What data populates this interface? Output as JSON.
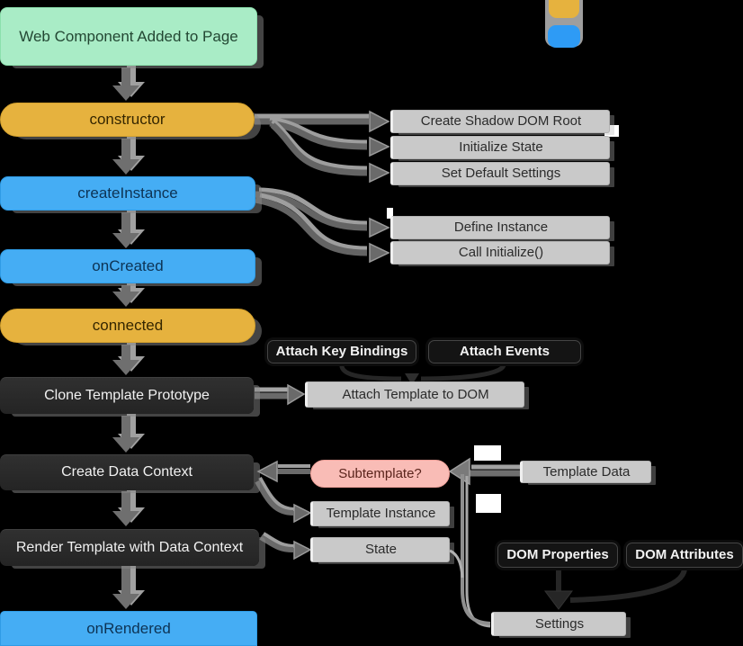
{
  "legend": {
    "items": [
      {
        "swatch": "yellow-swatch",
        "color": "#e6b23e",
        "label": ""
      },
      {
        "swatch": "blue-swatch",
        "color": "#2e9bf5",
        "label": ""
      }
    ]
  },
  "nodes": [
    {
      "id": "start",
      "label": "Web Component Added to Page"
    },
    {
      "id": "constructor",
      "label": "constructor"
    },
    {
      "id": "createInstance",
      "label": "createInstance"
    },
    {
      "id": "onCreated",
      "label": "onCreated"
    },
    {
      "id": "connected",
      "label": "connected"
    },
    {
      "id": "cloneTemplate",
      "label": "Clone Template Prototype"
    },
    {
      "id": "createDataContext",
      "label": "Create Data Context"
    },
    {
      "id": "renderTemplate",
      "label": "Render Template with Data Context"
    },
    {
      "id": "onRendered",
      "label": "onRendered"
    },
    {
      "id": "createShadowRoot",
      "label": "Create Shadow DOM Root"
    },
    {
      "id": "initializeState",
      "label": "Initialize State"
    },
    {
      "id": "setDefaultSettings",
      "label": "Set Default Settings"
    },
    {
      "id": "defineInstance",
      "label": "Define Instance"
    },
    {
      "id": "callInitialize",
      "label": "Call Initialize()"
    },
    {
      "id": "attachKeyBindings",
      "label": "Attach Key Bindings"
    },
    {
      "id": "attachEvents",
      "label": "Attach Events"
    },
    {
      "id": "attachTemplate",
      "label": "Attach Template to DOM"
    },
    {
      "id": "subtemplate",
      "label": "Subtemplate?"
    },
    {
      "id": "templateInstance",
      "label": "Template Instance"
    },
    {
      "id": "state",
      "label": "State"
    },
    {
      "id": "templateData",
      "label": "Template Data"
    },
    {
      "id": "domProperties",
      "label": "DOM Properties"
    },
    {
      "id": "domAttributes",
      "label": "DOM Attributes"
    },
    {
      "id": "settings",
      "label": "Settings"
    }
  ],
  "edges": [
    {
      "from": "Web Component Added to Page",
      "to": "constructor"
    },
    {
      "from": "constructor",
      "to": "createInstance"
    },
    {
      "from": "createInstance",
      "to": "onCreated"
    },
    {
      "from": "onCreated",
      "to": "connected"
    },
    {
      "from": "connected",
      "to": "Clone Template Prototype"
    },
    {
      "from": "Clone Template Prototype",
      "to": "Create Data Context"
    },
    {
      "from": "Create Data Context",
      "to": "Render Template with Data Context"
    },
    {
      "from": "Render Template with Data Context",
      "to": "onRendered"
    },
    {
      "from": "constructor",
      "to": "Create Shadow DOM Root"
    },
    {
      "from": "constructor",
      "to": "Initialize State"
    },
    {
      "from": "constructor",
      "to": "Set Default Settings"
    },
    {
      "from": "createInstance",
      "to": "Define Instance"
    },
    {
      "from": "createInstance",
      "to": "Call Initialize()"
    },
    {
      "from": "Attach Key Bindings",
      "to": "Attach Template to DOM"
    },
    {
      "from": "Attach Events",
      "to": "Attach Template to DOM"
    },
    {
      "from": "Clone Template Prototype",
      "to": "Attach Template to DOM"
    },
    {
      "from": "Subtemplate?",
      "to": "Create Data Context"
    },
    {
      "from": "Create Data Context",
      "to": "Template Instance"
    },
    {
      "from": "Render Template with Data Context",
      "to": "State"
    },
    {
      "from": "Template Data",
      "to": "Subtemplate?"
    },
    {
      "from": "DOM Properties",
      "to": "Settings"
    },
    {
      "from": "DOM Attributes",
      "to": "Settings"
    },
    {
      "from": "Template Data",
      "to": "Settings"
    },
    {
      "from": "State",
      "to": "Settings"
    }
  ],
  "colors": {
    "background": "#000000",
    "start": "#a9ecc6",
    "callback": "#e6b23e",
    "event": "#45adf4",
    "step": "#2a2a2a",
    "task": "#c9c9c9",
    "decision": "#f9bcb6",
    "darkLabel": "#141414",
    "arrow": "#6f6f6f"
  }
}
